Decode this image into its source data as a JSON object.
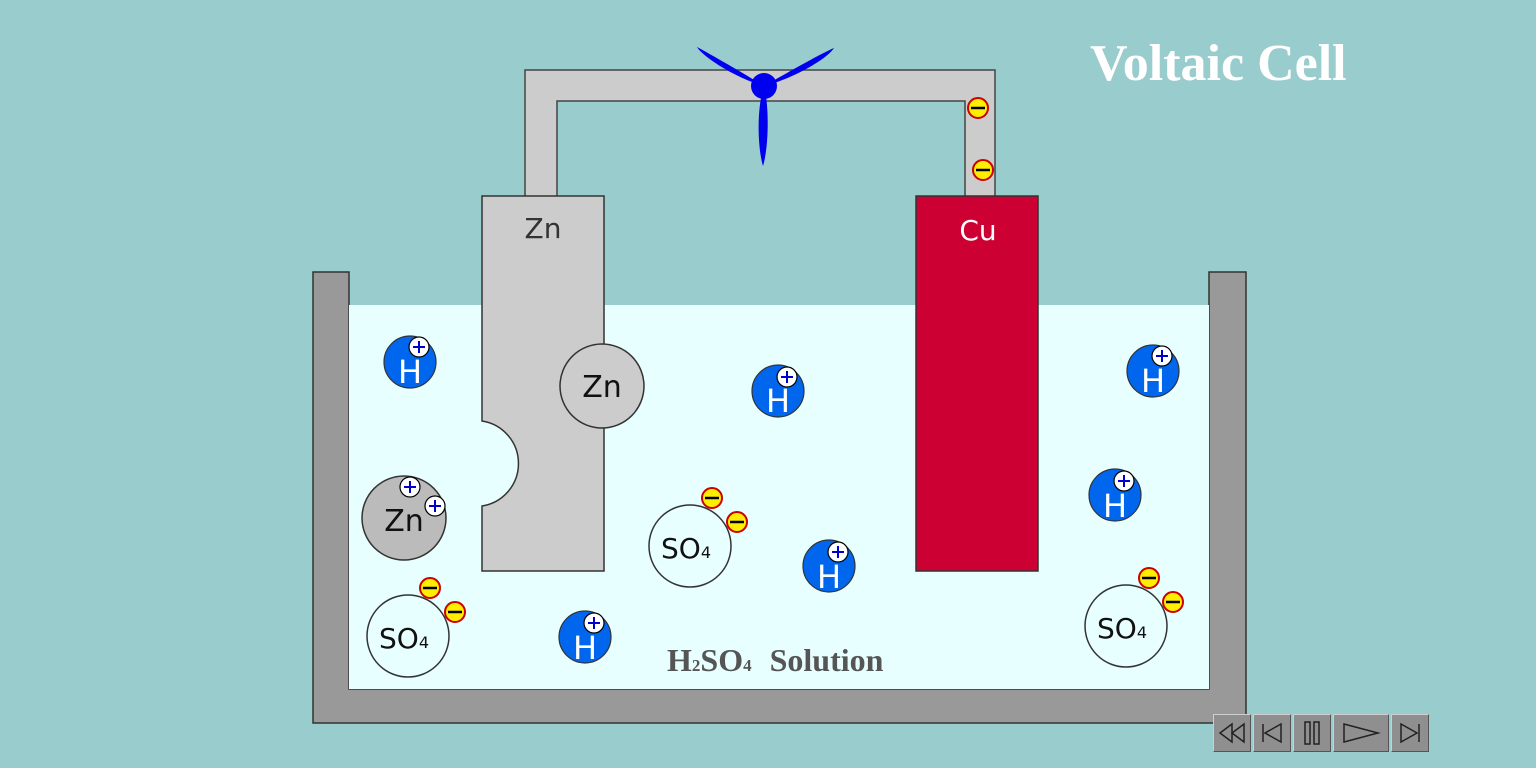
{
  "title": "Voltaic Cell",
  "electrodes": {
    "zinc": "Zn",
    "copper": "Cu"
  },
  "solution": {
    "formula_main": "H",
    "formula_sub1": "2",
    "formula_mid": "SO",
    "formula_sub2": "4",
    "label": "Solution"
  },
  "labels": {
    "h": "H",
    "zn": "Zn",
    "so": "SO",
    "so_sub": "4",
    "plus": "+",
    "minus": "−"
  },
  "controls": [
    "rewind",
    "previous",
    "pause",
    "play",
    "next"
  ],
  "colors": {
    "background": "#99cccc",
    "solution": "#e8ffff",
    "copper": "#cc0033",
    "zinc": "#cccccc",
    "hydrogen": "#0066ee",
    "electron": "#ffee00",
    "fan": "#0000ee"
  }
}
